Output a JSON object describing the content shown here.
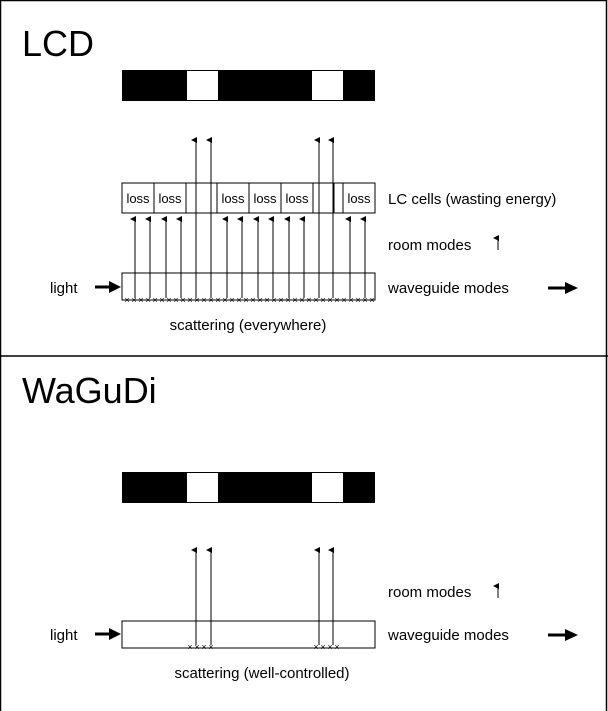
{
  "top_panel": {
    "title": "LCD",
    "cell_labels": [
      "loss",
      "loss",
      "",
      "",
      "loss",
      "loss",
      "loss",
      "",
      "",
      "loss"
    ],
    "lc_cells_label": "LC cells (wasting energy)",
    "room_modes_label": "room modes",
    "waveguide_label": "waveguide modes",
    "light_label": "light",
    "scattering_label": "scattering (everywhere)"
  },
  "bottom_panel": {
    "title": "WaGuDi",
    "room_modes_label": "room modes",
    "waveguide_label": "waveguide modes",
    "light_label": "light",
    "scattering_label": "scattering (well-controlled)"
  },
  "colors": {
    "ink": "#000000",
    "paper": "#ffffff"
  }
}
